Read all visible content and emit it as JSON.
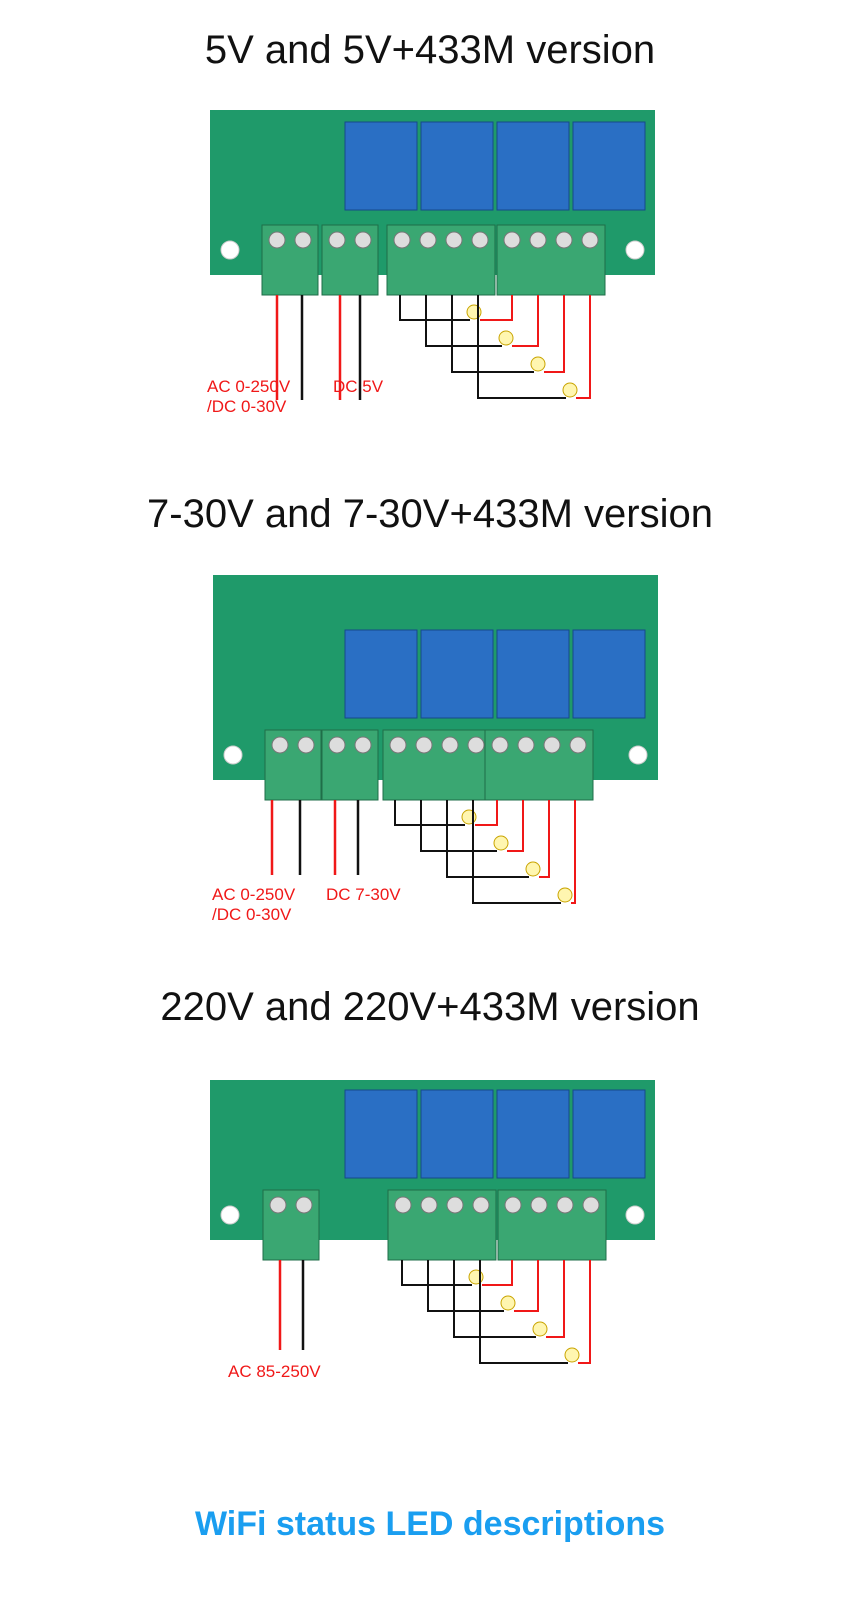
{
  "sections": [
    {
      "title": "5V and 5V+433M version",
      "label_power": "AC 0-250V",
      "label_power2": "/DC 0-30V",
      "label_dc": "DC 5V"
    },
    {
      "title": "7-30V and 7-30V+433M version",
      "label_power": "AC 0-250V",
      "label_power2": "/DC 0-30V",
      "label_dc": "DC 7-30V"
    },
    {
      "title": "220V and 220V+433M version",
      "label_power": "AC 85-250V"
    }
  ],
  "footer": "WiFi status LED descriptions",
  "colors": {
    "pcb": "#1f9a6a",
    "relay": "#2a6fc4",
    "terminal": "#3aa772",
    "wire_red": "#f01818",
    "wire_black": "#111111",
    "accent": "#1a9ef0"
  }
}
